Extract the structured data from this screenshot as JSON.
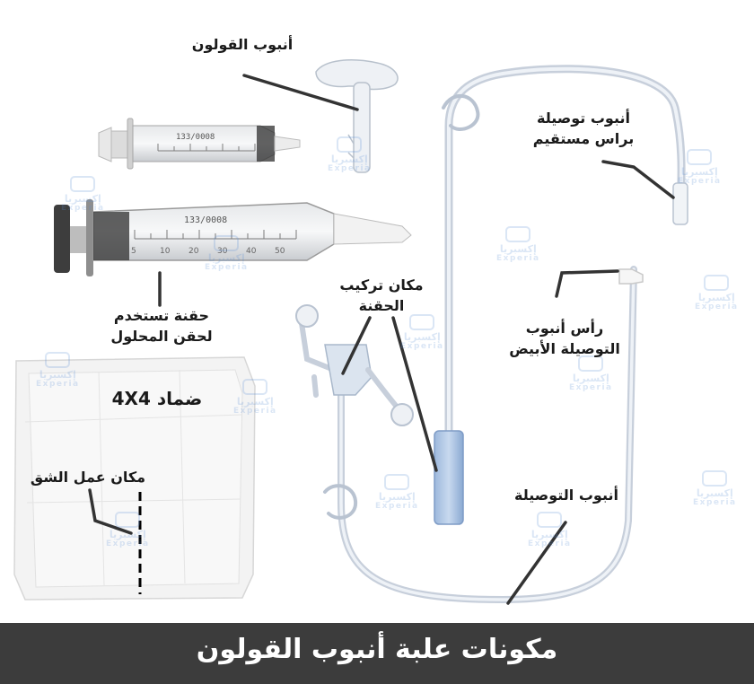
{
  "footer": {
    "title": "مكونات علبة أنبوب القولون"
  },
  "labels": {
    "colon_tube": "أنبوب القولون",
    "extension_straight": [
      "أنبوب توصيلة",
      "براس مستقيم"
    ],
    "syringe": [
      "حقنة تستخدم",
      "لحقن المحلول"
    ],
    "syringe_port": [
      "مكان تركيب",
      "الحقنة"
    ],
    "white_head": [
      "رأس أنبوب",
      "التوصيلة الأبيض"
    ],
    "gauze": "ضماد 4X4",
    "incision": "مكان عمل الشق",
    "extension_tube": "أنبوب التوصيلة"
  },
  "watermark": {
    "arabic": "إكسبريا",
    "latin": "Experia"
  },
  "syringe_small_print": "133/0008",
  "syringe_large_print": "133/0008",
  "syringe_large_scale": [
    "5",
    "10",
    "20",
    "30",
    "40",
    "50"
  ]
}
